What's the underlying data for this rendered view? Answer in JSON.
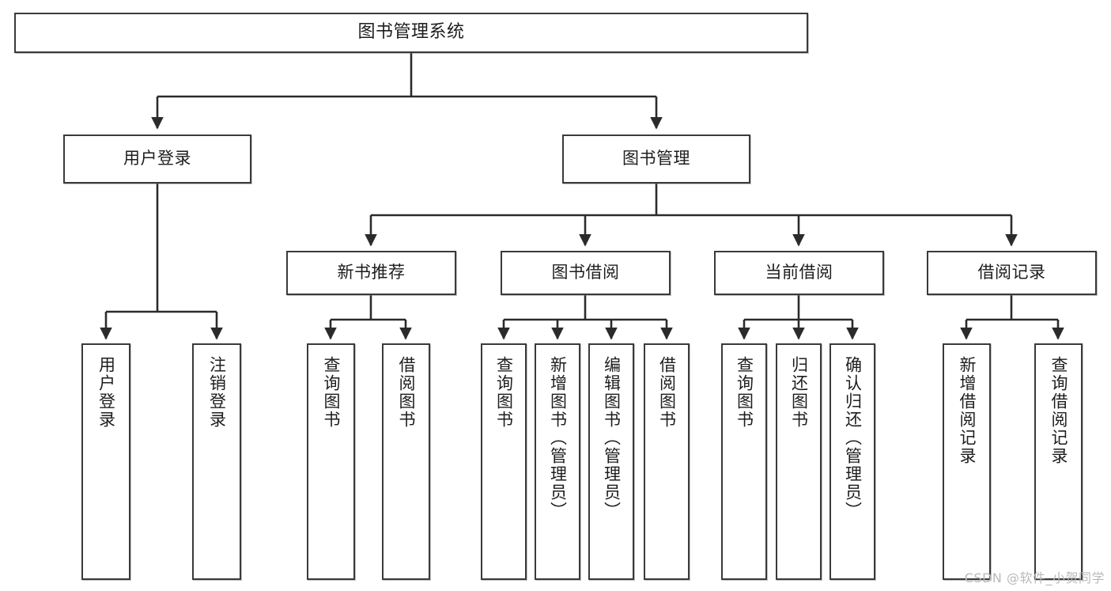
{
  "diagram": {
    "title": "图书管理系统",
    "type": "tree",
    "watermark": "CSDN @软件_小贺同学",
    "style": {
      "border_color": "#3a3a3a",
      "fill_color": "#ffffff",
      "text_color": "#1d1d1d",
      "edge_color": "#2b2b2b",
      "watermark_color": "#b9b9b9"
    },
    "nodes": {
      "root": {
        "label": "图书管理系统",
        "level": 1,
        "orientation": "horizontal"
      },
      "user_login": {
        "label": "用户登录",
        "level": 2,
        "orientation": "horizontal"
      },
      "book_manage": {
        "label": "图书管理",
        "level": 2,
        "orientation": "horizontal"
      },
      "new_book_rec": {
        "label": "新书推荐",
        "level": 3,
        "orientation": "horizontal"
      },
      "book_borrow": {
        "label": "图书借阅",
        "level": 3,
        "orientation": "horizontal"
      },
      "current_borrow": {
        "label": "当前借阅",
        "level": 3,
        "orientation": "horizontal"
      },
      "borrow_record": {
        "label": "借阅记录",
        "level": 3,
        "orientation": "horizontal"
      },
      "leaf_user_login": {
        "label": "用户登录",
        "level": 3,
        "orientation": "vertical"
      },
      "leaf_logout": {
        "label": "注销登录",
        "level": 3,
        "orientation": "vertical"
      },
      "leaf_query_book_1": {
        "label": "查询图书",
        "level": 4,
        "orientation": "vertical"
      },
      "leaf_borrow_book_1": {
        "label": "借阅图书",
        "level": 4,
        "orientation": "vertical"
      },
      "leaf_query_book_2": {
        "label": "查询图书",
        "level": 4,
        "orientation": "vertical"
      },
      "leaf_add_book": {
        "label": "新增图书（管理员）",
        "level": 4,
        "orientation": "vertical"
      },
      "leaf_edit_book": {
        "label": "编辑图书（管理员）",
        "level": 4,
        "orientation": "vertical"
      },
      "leaf_borrow_book_2": {
        "label": "借阅图书",
        "level": 4,
        "orientation": "vertical"
      },
      "leaf_query_book_3": {
        "label": "查询图书",
        "level": 4,
        "orientation": "vertical"
      },
      "leaf_return_book": {
        "label": "归还图书",
        "level": 4,
        "orientation": "vertical"
      },
      "leaf_confirm_return": {
        "label": "确认归还（管理员）",
        "level": 4,
        "orientation": "vertical"
      },
      "leaf_add_record": {
        "label": "新增借阅记录",
        "level": 4,
        "orientation": "vertical"
      },
      "leaf_query_record": {
        "label": "查询借阅记录",
        "level": 4,
        "orientation": "vertical"
      }
    },
    "edges": [
      {
        "from": "root",
        "to": "user_login"
      },
      {
        "from": "root",
        "to": "book_manage"
      },
      {
        "from": "user_login",
        "to": "leaf_user_login"
      },
      {
        "from": "user_login",
        "to": "leaf_logout"
      },
      {
        "from": "book_manage",
        "to": "new_book_rec"
      },
      {
        "from": "book_manage",
        "to": "book_borrow"
      },
      {
        "from": "book_manage",
        "to": "current_borrow"
      },
      {
        "from": "book_manage",
        "to": "borrow_record"
      },
      {
        "from": "new_book_rec",
        "to": "leaf_query_book_1"
      },
      {
        "from": "new_book_rec",
        "to": "leaf_borrow_book_1"
      },
      {
        "from": "book_borrow",
        "to": "leaf_query_book_2"
      },
      {
        "from": "book_borrow",
        "to": "leaf_add_book"
      },
      {
        "from": "book_borrow",
        "to": "leaf_edit_book"
      },
      {
        "from": "book_borrow",
        "to": "leaf_borrow_book_2"
      },
      {
        "from": "current_borrow",
        "to": "leaf_query_book_3"
      },
      {
        "from": "current_borrow",
        "to": "leaf_return_book"
      },
      {
        "from": "current_borrow",
        "to": "leaf_confirm_return"
      },
      {
        "from": "borrow_record",
        "to": "leaf_add_record"
      },
      {
        "from": "borrow_record",
        "to": "leaf_query_record"
      }
    ]
  }
}
